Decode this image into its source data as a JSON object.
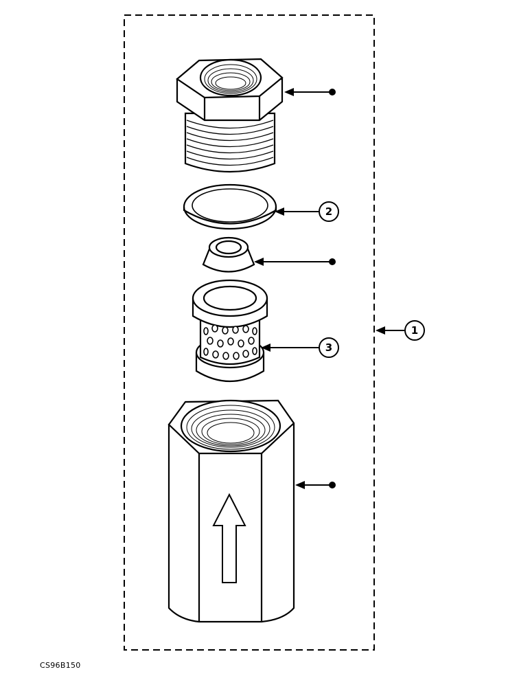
{
  "diagram": {
    "drawing_code": "CS96B150",
    "callouts": [
      {
        "id": "assembly",
        "label": "1"
      },
      {
        "id": "seal-ring",
        "label": "2"
      },
      {
        "id": "screen",
        "label": "3"
      }
    ],
    "markers": [
      {
        "id": "adapter",
        "symbol": "filled-dot"
      },
      {
        "id": "seat",
        "symbol": "filled-dot"
      },
      {
        "id": "body",
        "symbol": "filled-dot"
      }
    ],
    "flow_arrow": {
      "direction": "up"
    }
  }
}
